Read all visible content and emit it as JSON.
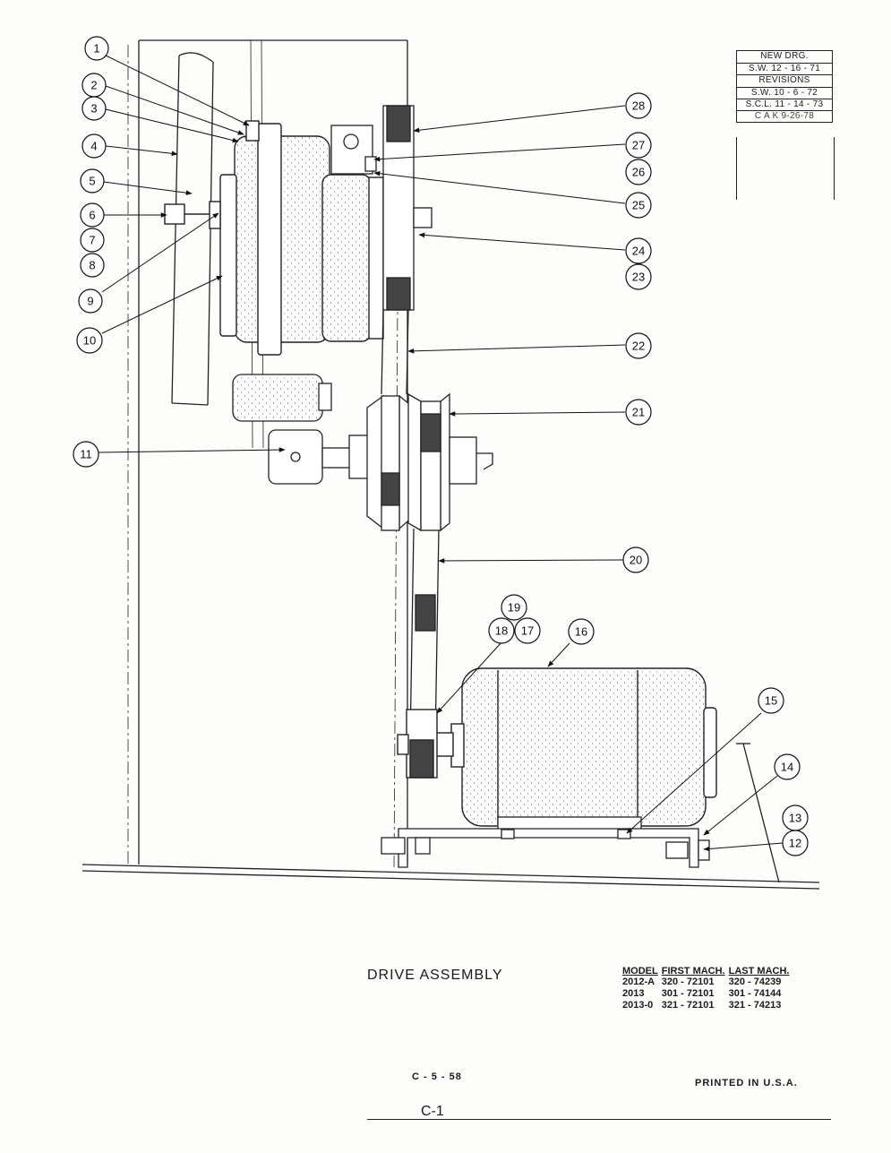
{
  "drawing": {
    "title": "DRIVE ASSEMBLY",
    "page_number": "C-1",
    "form_number": "C - 5 - 58",
    "printed": "PRINTED IN U.S.A."
  },
  "revision_block": {
    "new_drg_label": "NEW DRG.",
    "new_drg_entry": "S.W. 12 - 16 - 71",
    "revisions_label": "REVISIONS",
    "entries": [
      "S.W. 10 - 6 - 72",
      "S.C.L. 11 - 14 - 73",
      "C A K 9-26-78"
    ]
  },
  "model_table": {
    "headers": [
      "MODEL",
      "FIRST MACH.",
      "LAST MACH."
    ],
    "rows": [
      [
        "2012-A",
        "320 - 72101",
        "320 - 74239"
      ],
      [
        "2013",
        "301 - 72101",
        "301 - 74144"
      ],
      [
        "2013-0",
        "321 - 72101",
        "321 - 74213"
      ]
    ]
  },
  "callouts": {
    "c1": "1",
    "c2": "2",
    "c3": "3",
    "c4": "4",
    "c5": "5",
    "c6": "6",
    "c7": "7",
    "c8": "8",
    "c9": "9",
    "c10": "10",
    "c11": "11",
    "c12": "12",
    "c13": "13",
    "c14": "14",
    "c15": "15",
    "c16": "16",
    "c17": "17",
    "c18": "18",
    "c19": "19",
    "c20": "20",
    "c21": "21",
    "c22": "22",
    "c23": "23",
    "c24": "24",
    "c25": "25",
    "c26": "26",
    "c27": "27",
    "c28": "28"
  }
}
